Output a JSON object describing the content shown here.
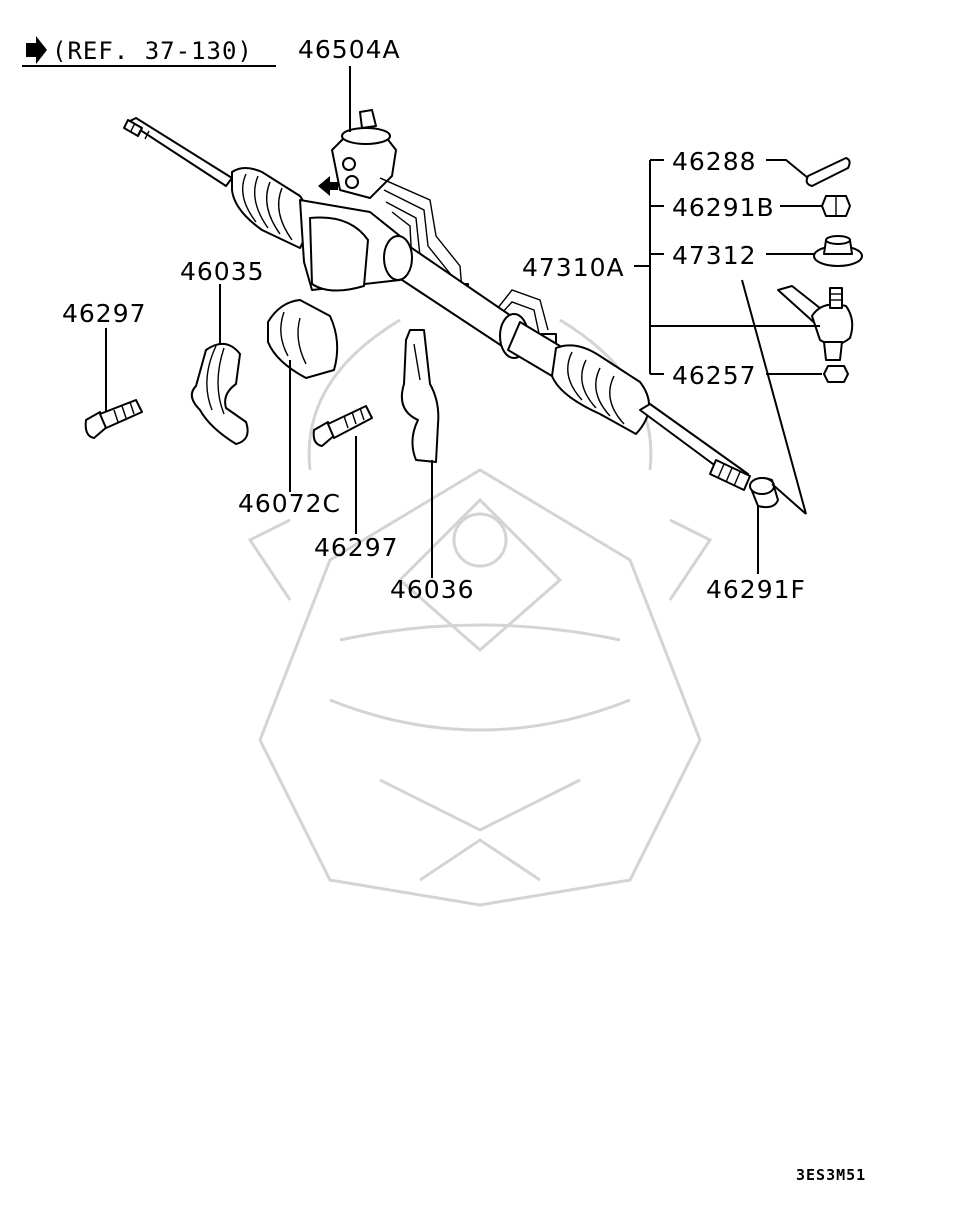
{
  "reference": {
    "arrow_icon": "right-arrow-icon",
    "text": "(REF. 37-130)"
  },
  "part_numbers": {
    "gear_housing": "46504A",
    "cotter_pin": "46288",
    "nut_b": "46291B",
    "grommet": "47312",
    "tie_rod_end_assy": "47310A",
    "boot_nut": "46257",
    "clamp_left": "46035",
    "bolt_left": "46297",
    "insulator": "46072C",
    "bolt_center": "46297",
    "clamp_right": "46036",
    "lock_nut": "46291F"
  },
  "diagram_code": "3ES3M51",
  "colors": {
    "line": "#000000",
    "watermark": "#d4d4d4",
    "background": "#ffffff"
  }
}
